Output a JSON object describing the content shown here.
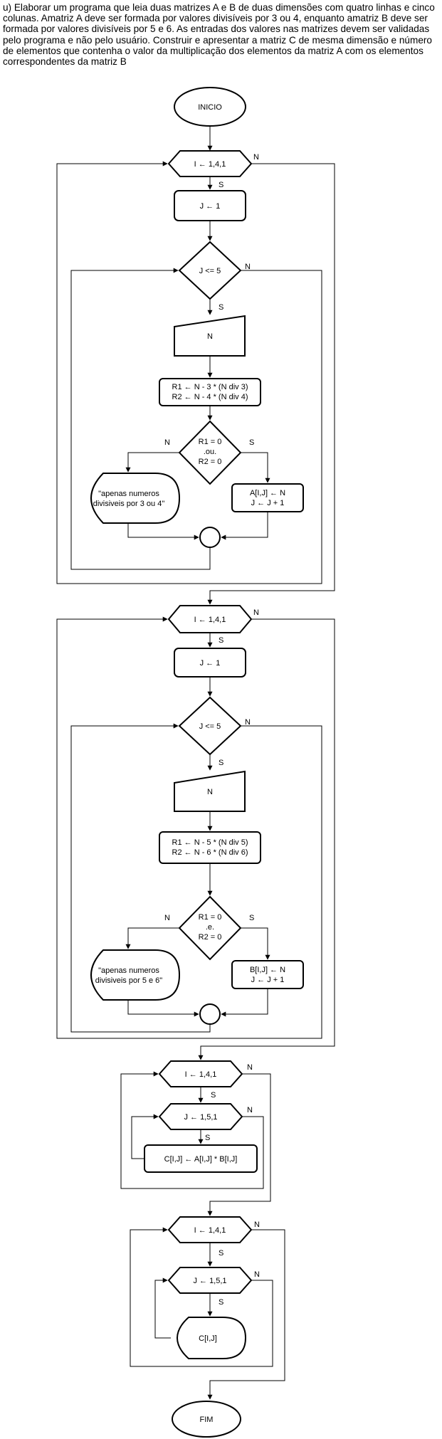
{
  "statement": "u) Elaborar um programa que leia duas matrizes A e B de duas dimensões com quatro linhas e cinco colunas. Amatriz A deve ser formada por valores divisíveis por 3 ou 4, enquanto amatriz B deve ser formada por valores divisíveis por 5 e 6. As entradas dos valores nas matrizes devem ser validadas pelo programa e não pelo usuário. Construir e apresentar a matriz C de mesma dimensão e número de elementos que contenha o valor da multiplicação dos elementos da matriz A com os elementos correspondentes da matriz B",
  "flow": {
    "start": "INICIO",
    "end": "FIM",
    "yes": "S",
    "no": "N",
    "block_a": {
      "loop_i": "I ← 1,4,1",
      "init_j": "J ← 1",
      "cond_j": "J <= 5",
      "input": "N",
      "calc_1": "R1 ← N - 3 * (N div 3)",
      "calc_2": "R2 ← N - 4 * (N div 4)",
      "cond_1": "R1 = 0",
      "cond_2": ".ou.",
      "cond_3": "R2 = 0",
      "msg_1": "\"apenas numeros",
      "msg_2": "divisiveis por 3 ou 4\"",
      "assign_1": "A[I,J] ← N",
      "assign_2": "J ← J +  1"
    },
    "block_b": {
      "loop_i": "I ← 1,4,1",
      "init_j": "J ← 1",
      "cond_j": "J <= 5",
      "input": "N",
      "calc_1": "R1 ← N - 5 * (N div 5)",
      "calc_2": "R2 ← N - 6 * (N div 6)",
      "cond_1": "R1 = 0",
      "cond_2": ".e.",
      "cond_3": "R2 = 0",
      "msg_1": "\"apenas numeros",
      "msg_2": "divisiveis por 5 e 6\"",
      "assign_1": "B[I,J] ← N",
      "assign_2": "J ← J +  1"
    },
    "block_c": {
      "loop_i": "I ← 1,4,1",
      "loop_j": "J ← 1,5,1",
      "calc": "C[I,J] ← A[I,J] * B[I,J]"
    },
    "block_d": {
      "loop_i": "I ← 1,4,1",
      "loop_j": "J ← 1,5,1",
      "output": "C[I,J]"
    }
  }
}
